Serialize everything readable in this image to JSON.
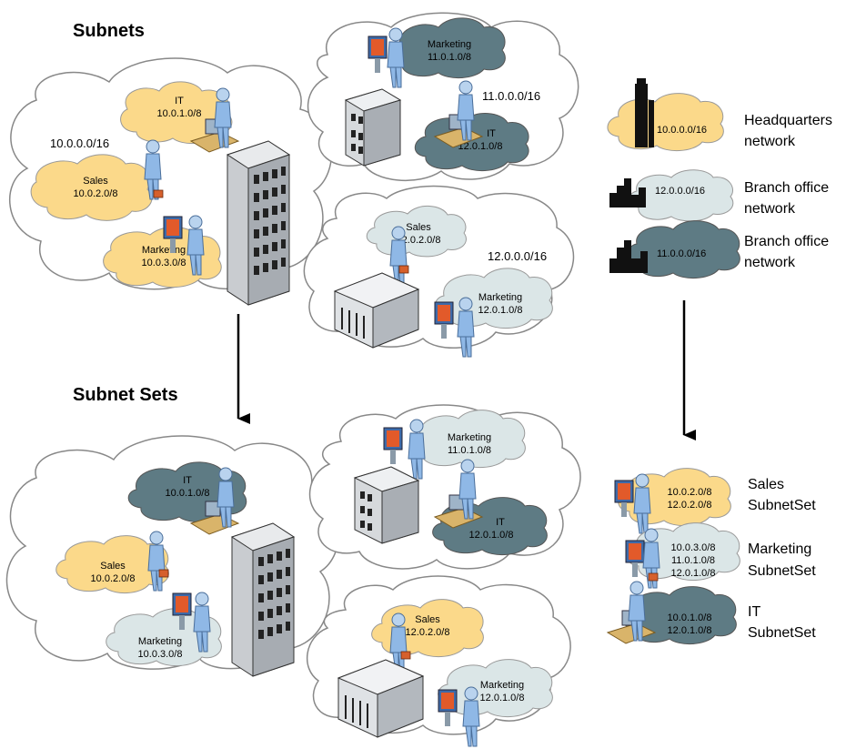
{
  "headings": {
    "subnets": "Subnets",
    "subnet_sets": "Subnet Sets"
  },
  "colors": {
    "hq": "#fbd98a",
    "branch_light": "#dbe6e7",
    "branch_dark": "#5e7b84",
    "outer_cloud": "#ffffff",
    "arrow": "#000000"
  },
  "top": {
    "hq": {
      "network": "10.0.0.0/16",
      "it_label": "IT",
      "it_subnet": "10.0.1.0/8",
      "sales_label": "Sales",
      "sales_subnet": "10.0.2.0/8",
      "marketing_label": "Marketing",
      "marketing_subnet": "10.0.3.0/8"
    },
    "branch1": {
      "network": "11.0.0.0/16",
      "marketing_label": "Marketing",
      "marketing_subnet": "11.0.1.0/8",
      "it_label": "IT",
      "it_subnet": "12.0.1.0/8"
    },
    "branch2": {
      "network": "12.0.0.0/16",
      "sales_label": "Sales",
      "sales_subnet": "12.0.2.0/8",
      "marketing_label": "Marketing",
      "marketing_subnet": "12.0.1.0/8"
    }
  },
  "bottom": {
    "hq": {
      "it_label": "IT",
      "it_subnet": "10.0.1.0/8",
      "sales_label": "Sales",
      "sales_subnet": "10.0.2.0/8",
      "marketing_label": "Marketing",
      "marketing_subnet": "10.0.3.0/8"
    },
    "branch1": {
      "marketing_label": "Marketing",
      "marketing_subnet": "11.0.1.0/8",
      "it_label": "IT",
      "it_subnet": "12.0.1.0/8"
    },
    "branch2": {
      "sales_label": "Sales",
      "sales_subnet": "12.0.2.0/8",
      "marketing_label": "Marketing",
      "marketing_subnet": "12.0.1.0/8"
    }
  },
  "legend_networks": [
    {
      "cloud_text": "10.0.0.0/16",
      "line1": "Headquarters",
      "line2": "network"
    },
    {
      "cloud_text": "12.0.0.0/16",
      "line1": "Branch office",
      "line2": "network"
    },
    {
      "cloud_text": "11.0.0.0/16",
      "line1": "Branch office",
      "line2": "network"
    }
  ],
  "legend_sets": [
    {
      "line1": "Sales",
      "line2": "SubnetSet",
      "subnets": [
        "10.0.2.0/8",
        "12.0.2.0/8"
      ]
    },
    {
      "line1": "Marketing",
      "line2": "SubnetSet",
      "subnets": [
        "10.0.3.0/8",
        "11.0.1.0/8",
        "12.0.1.0/8"
      ]
    },
    {
      "line1": "IT",
      "line2": "SubnetSet",
      "subnets": [
        "10.0.1.0/8",
        "12.0.1.0/8"
      ]
    }
  ]
}
